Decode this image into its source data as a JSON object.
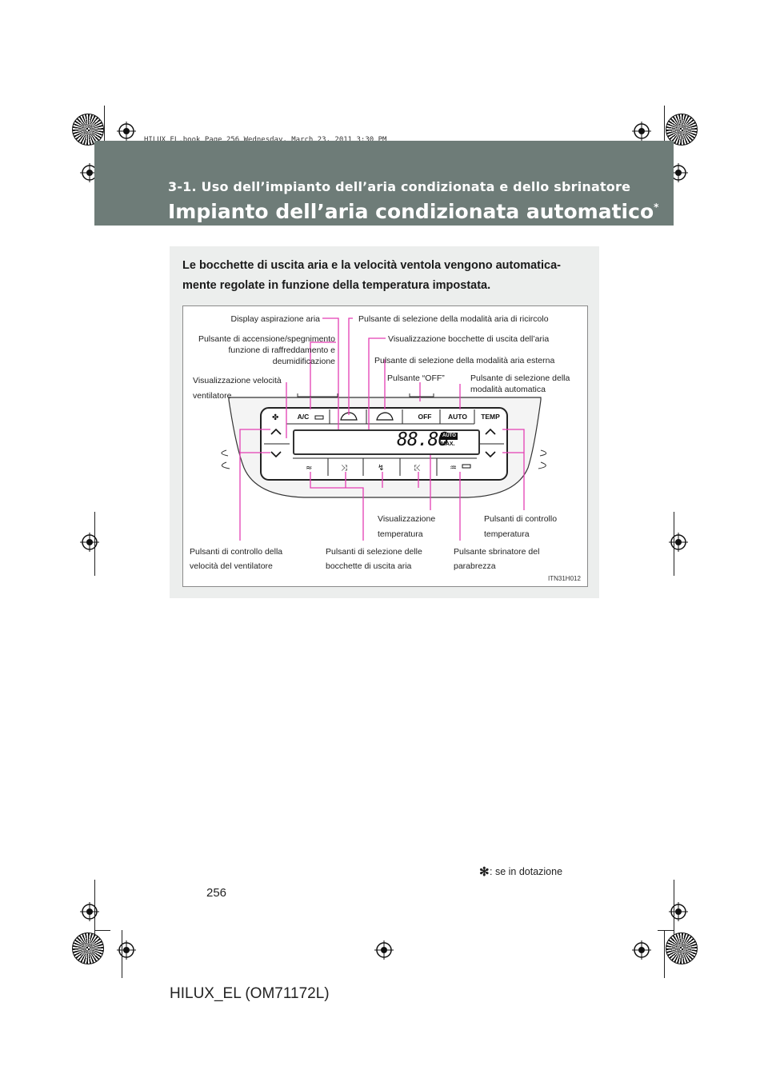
{
  "print_stamp": "HILUX_EL.book  Page 256  Wednesday, March 23, 2011  3:30 PM",
  "header": {
    "section": "3-1. Uso dell’impianto dell’aria condizionata e dello sbrinatore",
    "title": "Impianto dell’aria condizionata automatico",
    "title_mark": "*"
  },
  "intro": "Le bocchette di uscita aria e la velocità ventola vengono automatica-mente regolate in funzione della temperatura impostata.",
  "figure": {
    "code": "ITN31H012",
    "panel": {
      "top_buttons": [
        "A/C",
        "OFF",
        "AUTO",
        "TEMP"
      ],
      "display_digits": "88.80",
      "display_auto": "AUTO",
      "display_max": "MAX."
    },
    "callouts": {
      "display_intake": "Display aspirazione aria",
      "recirc_button": "Pulsante di selezione della modalità aria di ricircolo",
      "ac_button": "Pulsante di accensione/spegnimento funzione di raffreddamento e deumidificazione",
      "outlet_display": "Visualizzazione bocchette di uscita dell’aria",
      "outside_air_button": "Pulsante di selezione della modalità aria esterna",
      "fan_speed_display": "Visualizzazione velocità ventilatore",
      "off_button": "Pulsante “OFF”",
      "auto_button": "Pulsante di selezione della modalità automatica",
      "temp_display": "Visualizzazione temperatura",
      "temp_controls": "Pulsanti di controllo temperatura",
      "fan_controls": "Pulsanti di controllo della velocità del ventilatore",
      "outlet_buttons": "Pulsanti di selezione delle bocchette di uscita aria",
      "defroster_button": "Pulsante sbrinatore del parabrezza"
    }
  },
  "footnote": ": se in dotazione",
  "page_number": "256",
  "doc_code": "HILUX_EL (OM71172L)",
  "colors": {
    "header_band": "#6e7c78",
    "panel_background": "#eceeed",
    "leader_lines": "#e33fb3"
  }
}
